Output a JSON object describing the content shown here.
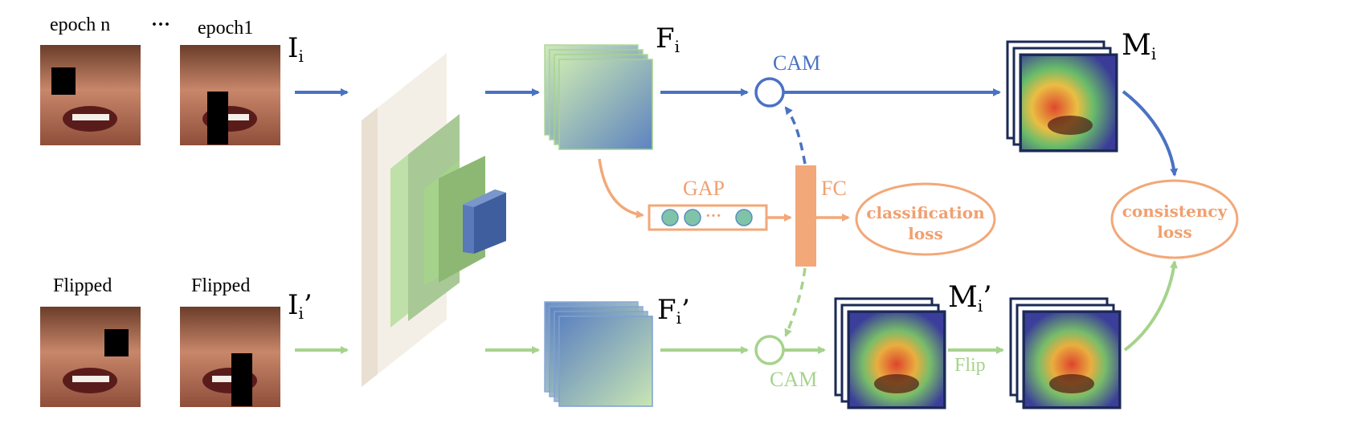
{
  "top_row": {
    "epoch_n_label": "epoch n",
    "ellipsis": "···",
    "epoch_1_label": "epoch1",
    "input_label": "I",
    "input_sub": "i"
  },
  "bottom_row": {
    "flipped_label_1": "Flipped",
    "flipped_label_2": "Flipped",
    "input_label": "I",
    "input_sub": "i",
    "input_prime": "’"
  },
  "features": {
    "top_label": "F",
    "top_sub": "i",
    "bottom_label": "F",
    "bottom_sub": "i",
    "bottom_prime": "’"
  },
  "cam_top": "CAM",
  "cam_bottom": "CAM",
  "gap_label": "GAP",
  "fc_label": "FC",
  "classification_loss": {
    "line1": "classification",
    "line2": "loss"
  },
  "consistency_loss": {
    "line1": "consistency",
    "line2": "loss"
  },
  "maps": {
    "top_label": "M",
    "top_sub": "i",
    "bottom_label": "M",
    "bottom_sub": "i",
    "bottom_prime": "’"
  },
  "flip_label": "Flip",
  "gap_dots_ellipsis": "···",
  "colors": {
    "blue": "#4a72c4",
    "green": "#a6d38c",
    "orange": "#f2a878",
    "orange_text": "#f0a070",
    "cam_blue_text": "#4a72c4",
    "cam_green_text": "#a6d38c"
  }
}
